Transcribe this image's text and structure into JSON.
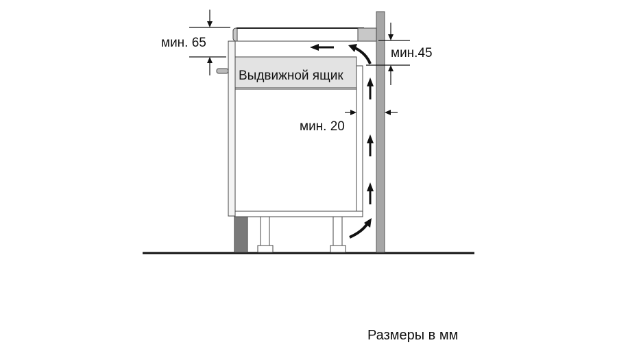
{
  "diagram": {
    "drawer_label": "Выдвижной ящик",
    "dim_top_left": "мин. 65",
    "dim_top_right": "мин.45",
    "dim_side_gap": "мин. 20",
    "caption": "Размеры в мм",
    "colors": {
      "wall": "#a6a6a6",
      "plinth": "#7a7a7a",
      "drawer_fill": "#e3e3e3",
      "hob_edge": "#c8c8c8",
      "line": "#111111"
    }
  }
}
